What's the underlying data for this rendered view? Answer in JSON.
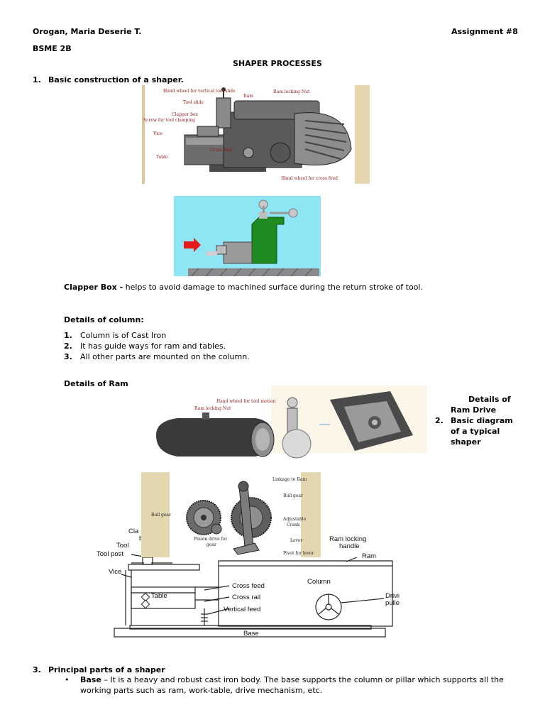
{
  "header": {
    "name": "Orogan, Maria Deserie T.",
    "assignment": "Assignment #8",
    "section": "BSME 2B"
  },
  "title": "SHAPER PROCESSES",
  "section1": {
    "num": "1.",
    "heading": "Basic construction of a shaper."
  },
  "fig1_labels": {
    "handwheel_vertical": "Hand wheel for vertical tool slide",
    "ram": "Ram",
    "ram_locking_nut": "Ram locking Nut",
    "tool_slide": "Tool slide",
    "clapper_box": "Clapper box",
    "screw_tool_clamping": "Screw for tool clamping",
    "vice": "Vice",
    "table": "Table",
    "cross_rail": "Cross Rail",
    "handwheel_cross_feed": "Hand wheel for cross feed"
  },
  "clapper": {
    "term": "Clapper Box -",
    "text": " helps to avoid damage to machined surface during the return stroke of tool."
  },
  "column_details": {
    "heading": "Details of column:",
    "items": [
      {
        "num": "1.",
        "text": "Column is of Cast Iron"
      },
      {
        "num": "2.",
        "text": "It has guide ways  for ram and tables."
      },
      {
        "num": "3.",
        "text": "All other parts are mounted on the column."
      }
    ]
  },
  "ram_details": {
    "heading": "Details of Ram"
  },
  "fig3_labels": {
    "handwheel_tool_motion": "Hand wheel for tool motion",
    "ram_locking_nut": "Ram locking Nut"
  },
  "ram_drive": {
    "line1": "Details of",
    "line2": "Ram Drive",
    "num": "2.",
    "line3": "Basic diagram",
    "line4": "of a typical",
    "line5": "shaper"
  },
  "fig4_labels": {
    "linkage_to_ram": "Linkage to Ram",
    "bull_gear_right": "Bull gear",
    "bull_gear_left": "Bull gear",
    "adjustable": "Adjustable",
    "crank": "Crank",
    "pinion1": "Pinion drive for",
    "pinion2": "gear",
    "lever": "Lever",
    "pivot": "Pivot for lever"
  },
  "fig5_labels": {
    "clapper_box": "Cla",
    "clapper_box2": "b",
    "tool": "Tool",
    "tool_post": "Tool post",
    "vice": "Vice",
    "table": "Table",
    "cross_feed": "Cross feed",
    "cross_rail": "Cross rail",
    "vertical_feed": "Vertical feed",
    "column": "Column",
    "ram_locking1": "Ram locking",
    "ram_locking2": "handle",
    "ram": "Ram",
    "driving1": "Driving",
    "driving2": "pulley",
    "base": "Base"
  },
  "section3": {
    "num": "3.",
    "heading": "Principal parts of a shaper",
    "bullet_term": "Base",
    "bullet_text_1": " – It is a heavy and robust cast iron body. The base supports the column or pillar which supports all the",
    "bullet_text_2": "working parts such as ram, work-table, drive mechanism, etc."
  }
}
